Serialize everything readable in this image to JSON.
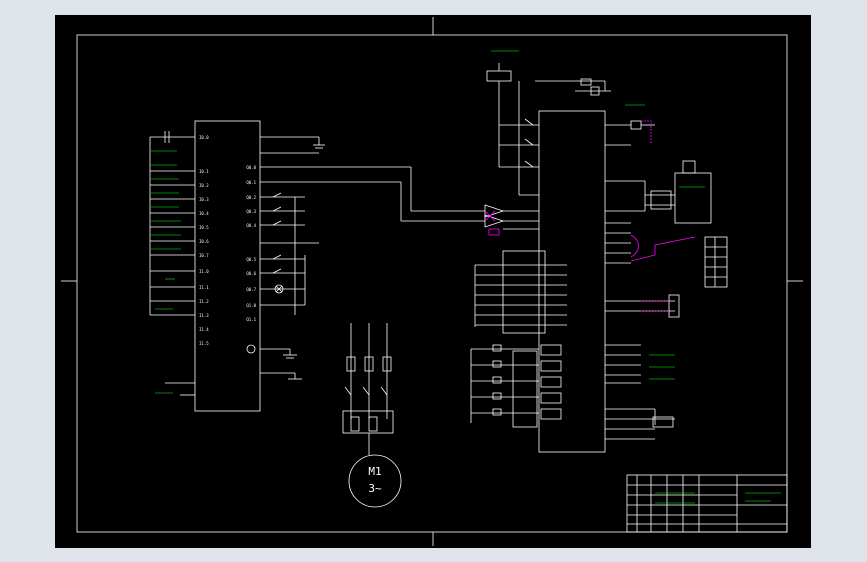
{
  "colors": {
    "background": "#dfe3ea",
    "sheet": "#000000",
    "line": "#ffffff",
    "label": "#00ff00",
    "signal_cable": "#ff00ff",
    "terminal": "#ff00ff"
  },
  "motor": {
    "label": "M1",
    "phase": "3~"
  },
  "plc": {
    "inputs": [
      "I0.0",
      "I0.1",
      "I0.2",
      "I0.3",
      "I0.4",
      "I0.5",
      "I0.6",
      "I0.7",
      "I1.0",
      "I1.1",
      "I1.2",
      "I1.3",
      "I1.4",
      "I1.5"
    ],
    "outputs": [
      "Q0.0",
      "Q0.1",
      "Q0.2",
      "Q0.3",
      "Q0.4",
      "Q0.5",
      "Q0.6",
      "Q0.7",
      "Q1.0",
      "Q1.1"
    ]
  },
  "icons": {
    "ground": "ground-icon",
    "motor": "motor-icon",
    "lamp": "lamp-icon"
  }
}
